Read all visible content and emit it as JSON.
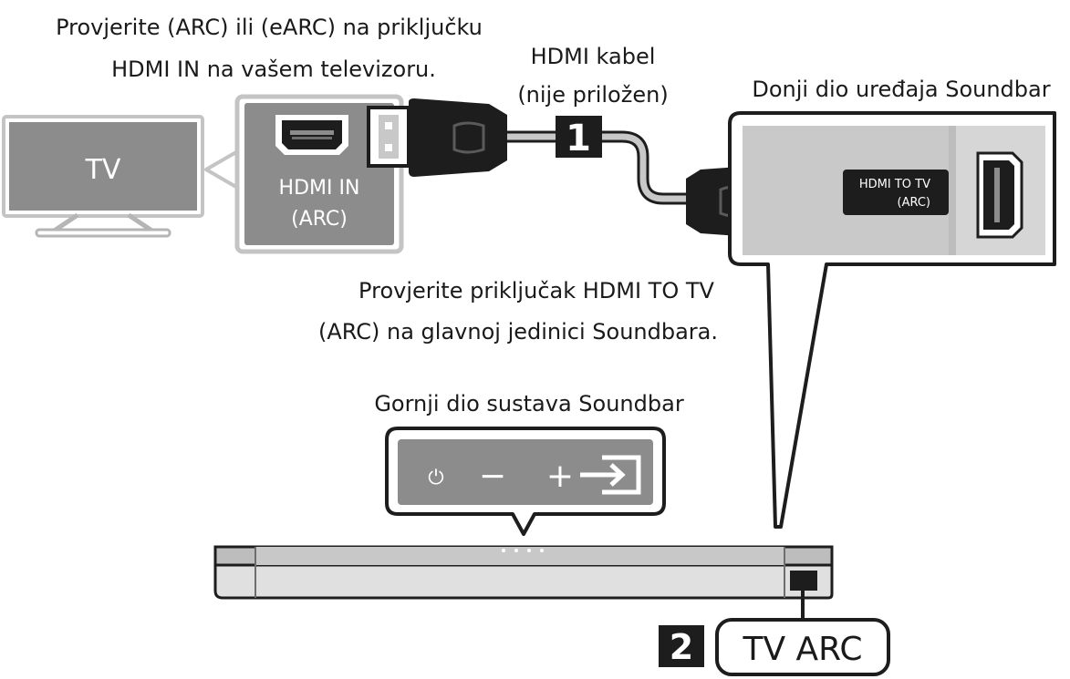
{
  "captions": {
    "tv_port_check_line1": "Provjerite (ARC) ili (eARC) na priključku",
    "tv_port_check_line2": "HDMI IN na vašem televizoru.",
    "cable_line1": "HDMI kabel",
    "cable_line2": "(nije priložen)",
    "soundbar_bottom": "Donji dio uređaja Soundbar",
    "soundbar_port_check_line1": "Provjerite priključak HDMI TO TV",
    "soundbar_port_check_line2": "(ARC) na glavnoj jedinici Soundbara.",
    "soundbar_top": "Gornji dio sustava Soundbar"
  },
  "tv": {
    "label": "TV",
    "port_label_line1": "HDMI IN",
    "port_label_line2": "(ARC)"
  },
  "soundbar_port": {
    "label_line1": "HDMI TO TV",
    "label_line2": "(ARC)"
  },
  "steps": {
    "step1": "1",
    "step2": "2",
    "tv_arc_label": "TV ARC"
  },
  "controls": {
    "power": "⏻",
    "minus": "−",
    "plus": "+"
  },
  "colors": {
    "panel_grey": "#8c8c8c",
    "dark": "#1d1d1d",
    "cable_grey": "#bdbdbd"
  }
}
